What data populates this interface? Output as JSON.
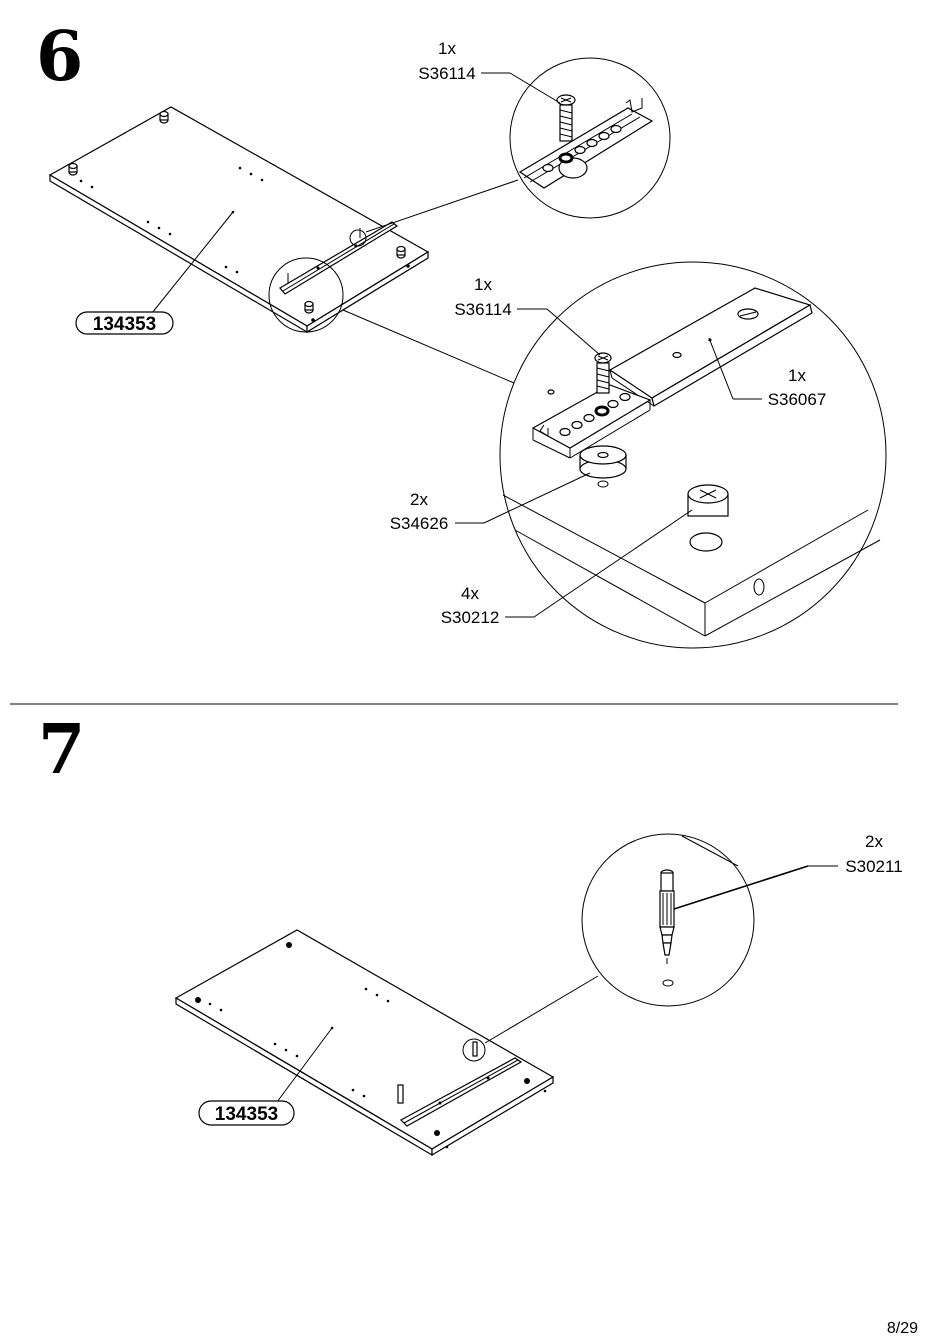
{
  "page": {
    "page_number": "8/29"
  },
  "step6": {
    "step_number": "6",
    "panel_part": "134353",
    "callouts": [
      {
        "qty": "1x",
        "code": "S36114"
      },
      {
        "qty": "1x",
        "code": "S36114"
      },
      {
        "qty": "1x",
        "code": "S36067"
      },
      {
        "qty": "2x",
        "code": "S34626"
      },
      {
        "qty": "4x",
        "code": "S30212"
      }
    ]
  },
  "step7": {
    "step_number": "7",
    "panel_part": "134353",
    "callouts": [
      {
        "qty": "2x",
        "code": "S30211"
      }
    ]
  }
}
